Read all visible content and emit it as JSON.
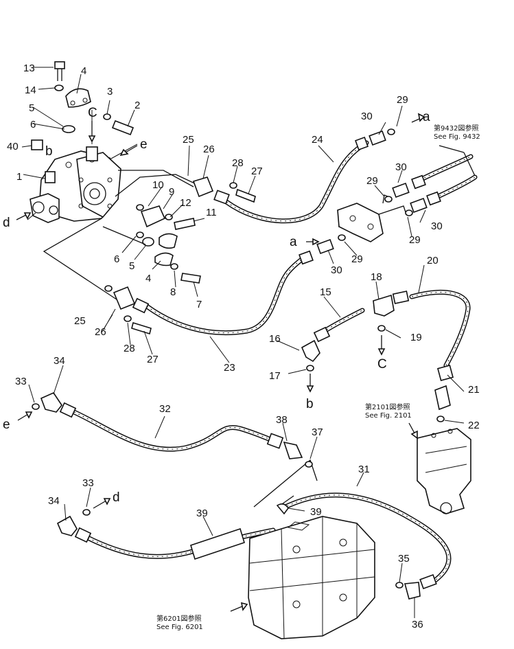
{
  "part_labels": [
    "13",
    "14",
    "4",
    "3",
    "2",
    "5",
    "C",
    "6",
    "40",
    "b",
    "e",
    "1",
    "d",
    "25",
    "26",
    "28",
    "27",
    "10",
    "9",
    "12",
    "11",
    "6",
    "5",
    "4",
    "8",
    "7",
    "24",
    "30",
    "29",
    "a",
    "29",
    "30",
    "29",
    "30",
    "29",
    "a",
    "30",
    "29",
    "20",
    "18",
    "15",
    "25",
    "26",
    "28",
    "27",
    "23",
    "16",
    "19",
    "17",
    "C",
    "b",
    "21",
    "22",
    "34",
    "33",
    "e",
    "32",
    "38",
    "37",
    "31",
    "33",
    "d",
    "34",
    "39",
    "39",
    "35",
    "36"
  ],
  "fig_refs": [
    {
      "jp": "第9432図参照",
      "en": "See Fig. 9432"
    },
    {
      "jp": "第2101図参照",
      "en": "See Fig. 2101"
    },
    {
      "jp": "第6201図参照",
      "en": "See Fig. 6201"
    }
  ]
}
